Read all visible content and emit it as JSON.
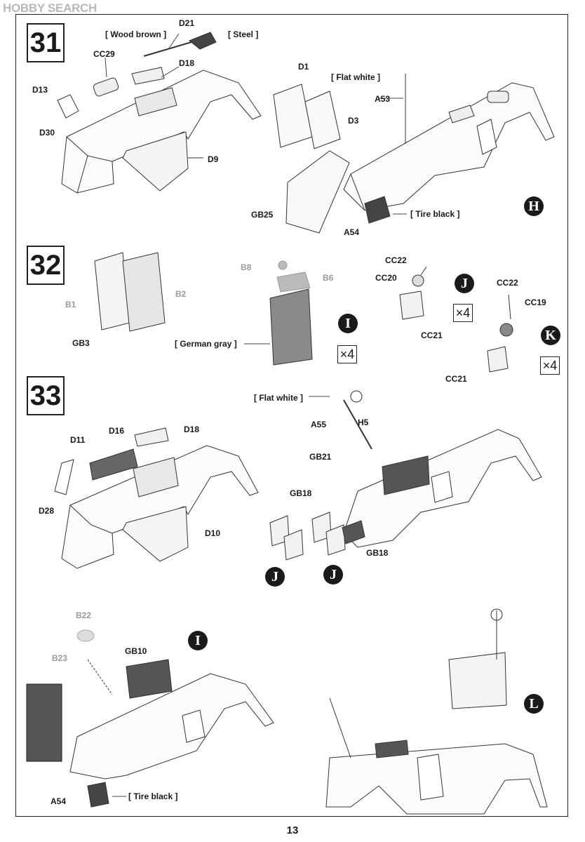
{
  "watermark": "HOBBY SEARCH",
  "page_number": "13",
  "steps": [
    {
      "number": "31"
    },
    {
      "number": "32"
    },
    {
      "number": "33"
    }
  ],
  "labels": {
    "wood_brown": "[ Wood brown ]",
    "steel": "[ Steel ]",
    "flat_white_1": "[ Flat white ]",
    "tire_black_1": "[ Tire black ]",
    "german_gray": "[ German gray ]",
    "flat_white_2": "[ Flat white ]",
    "tire_black_2": "[ Tire black ]"
  },
  "parts": {
    "D21": "D21",
    "CC29": "CC29",
    "D18a": "D18",
    "D13": "D13",
    "D30": "D30",
    "D9": "D9",
    "D1": "D1",
    "D3": "D3",
    "A53": "A53",
    "GB25": "GB25",
    "A54a": "A54",
    "B8": "B8",
    "B6": "B6",
    "B1": "B1",
    "B2": "B2",
    "GB3": "GB3",
    "CC22a": "CC22",
    "CC20": "CC20",
    "CC21a": "CC21",
    "CC22b": "CC22",
    "CC19": "CC19",
    "CC21b": "CC21",
    "D16": "D16",
    "D18b": "D18",
    "D11": "D11",
    "D28": "D28",
    "D10": "D10",
    "A55": "A55",
    "H5": "H5",
    "GB21": "GB21",
    "GB18a": "GB18",
    "GB18b": "GB18",
    "B22": "B22",
    "B23": "B23",
    "GB10": "GB10",
    "A54b": "A54"
  },
  "badges": {
    "H": "H",
    "I1": "I",
    "I2": "I",
    "J1": "J",
    "J2": "J",
    "J3": "J",
    "K": "K",
    "L": "L"
  },
  "multipliers": {
    "m1": "×4",
    "m2": "×4",
    "m3": "×4"
  }
}
